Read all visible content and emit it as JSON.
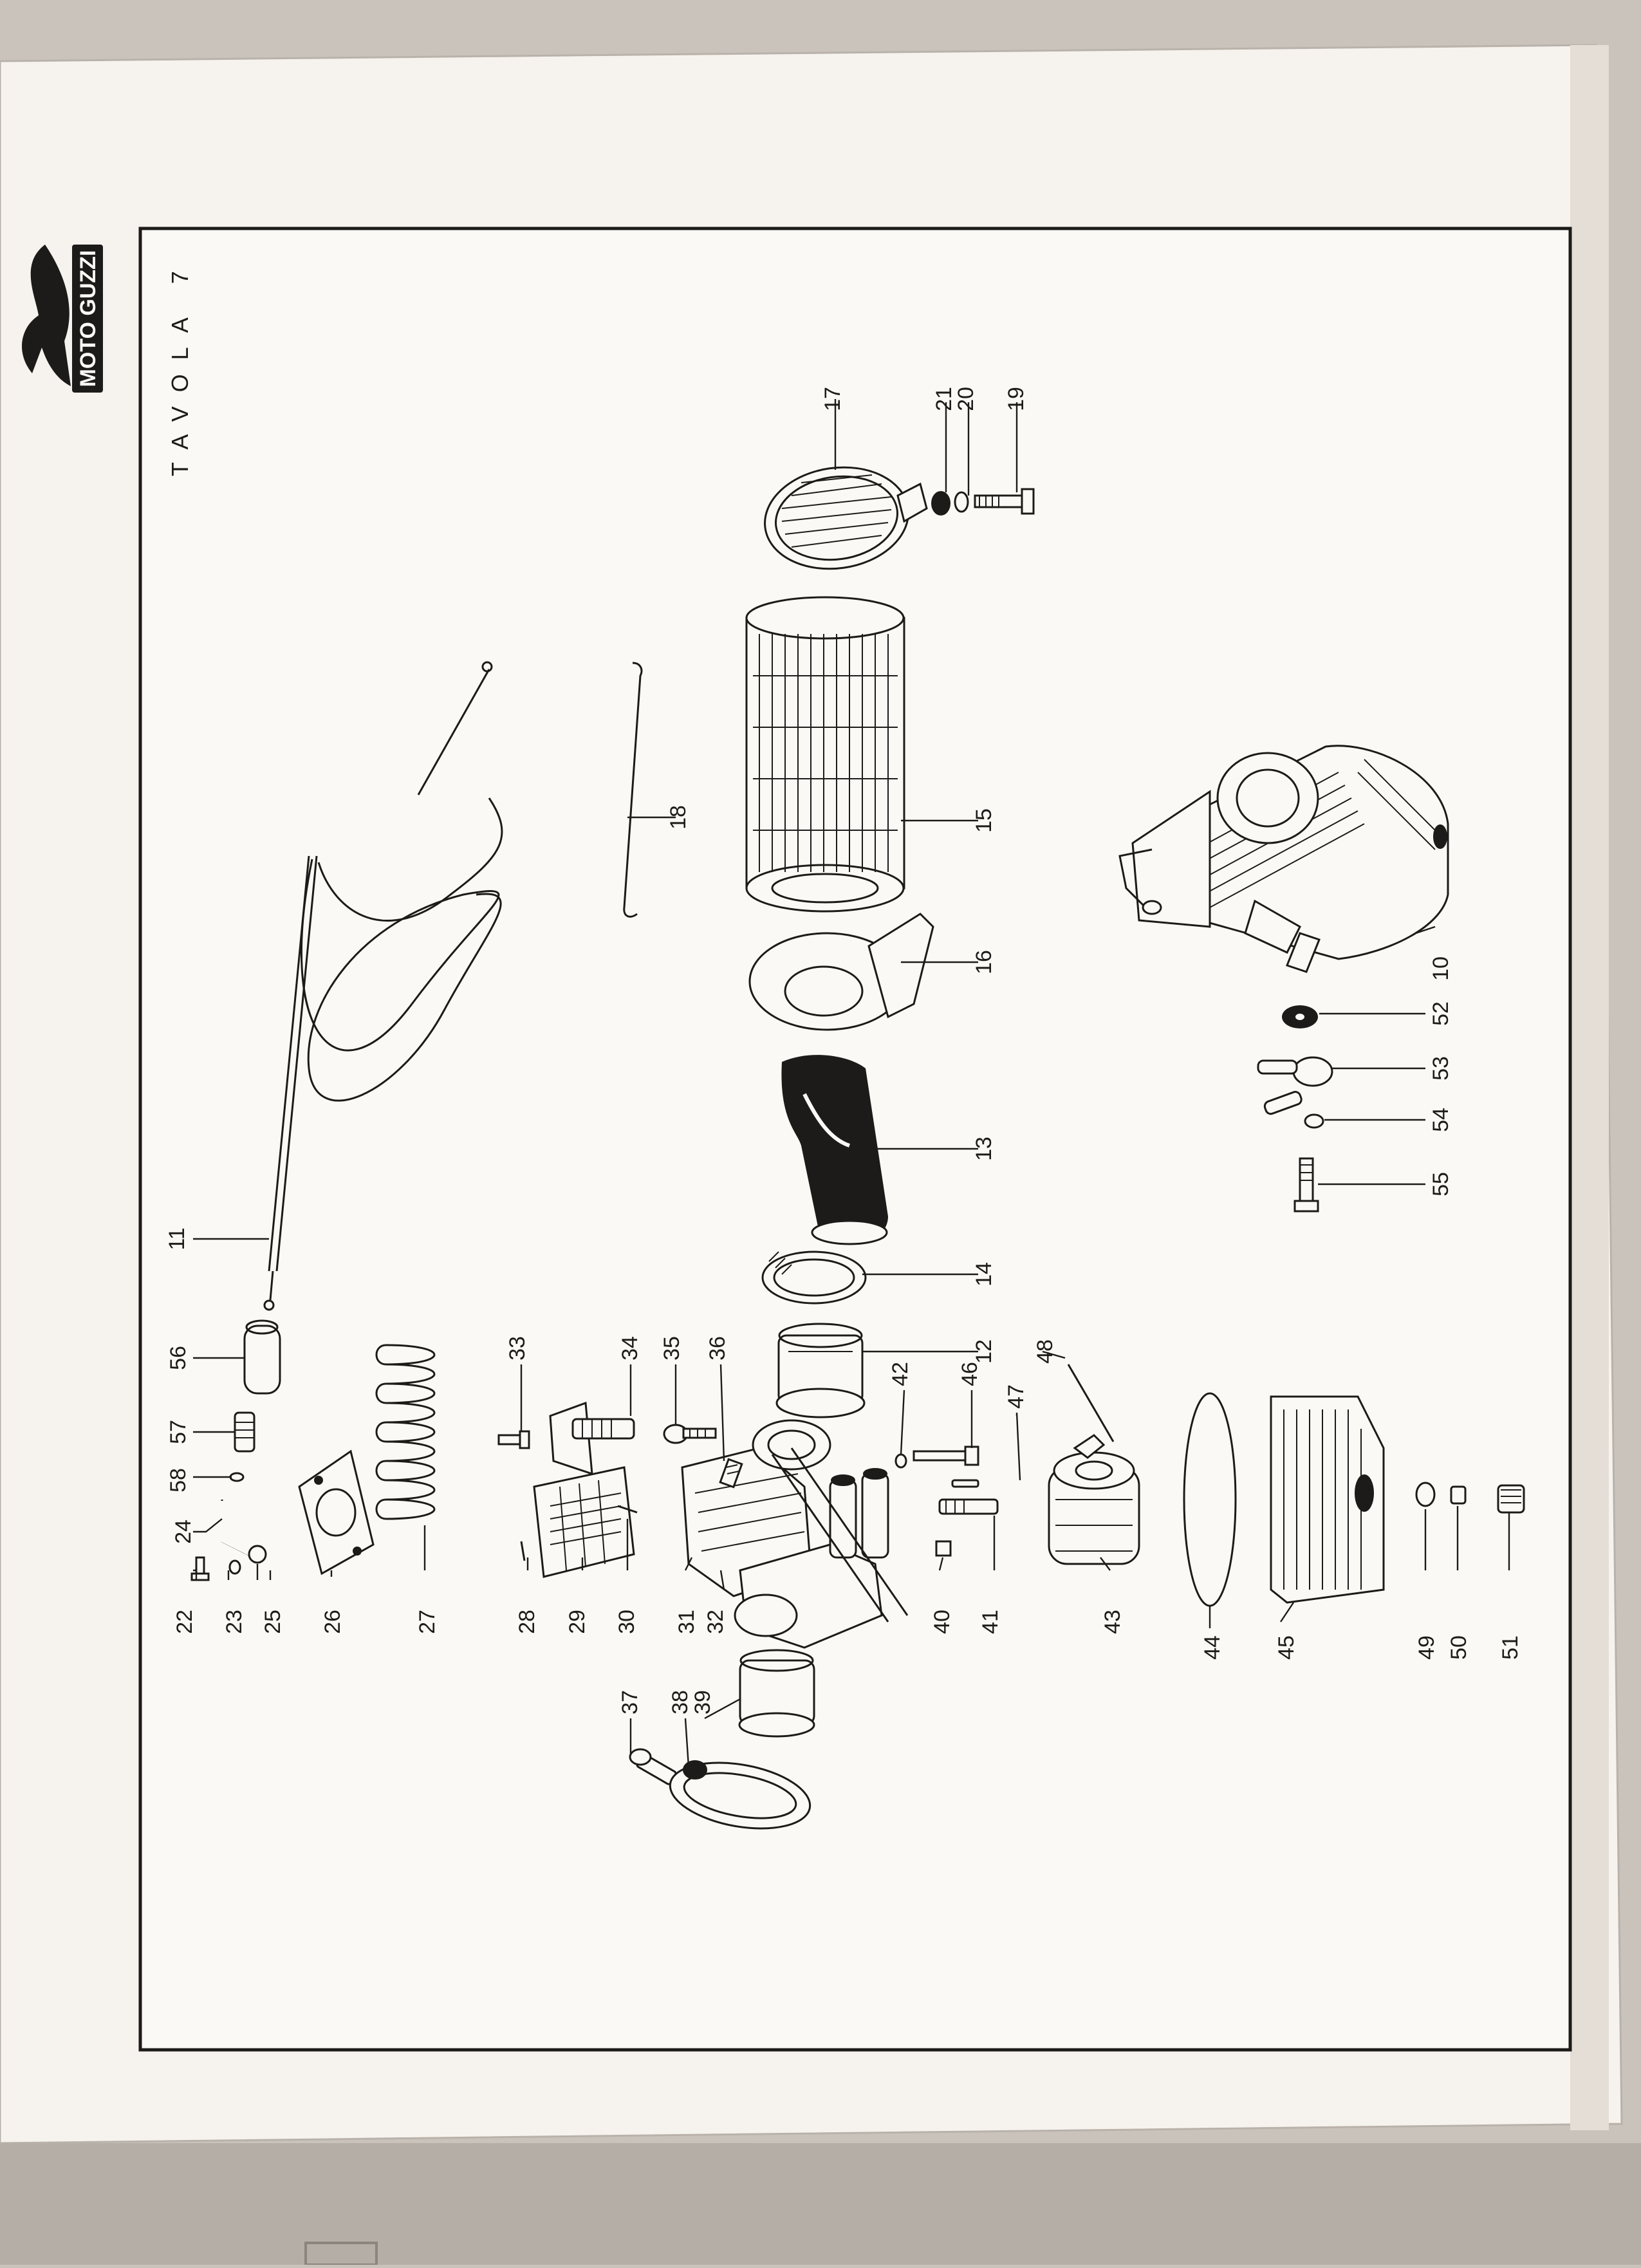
{
  "header": {
    "brand": "MOTO GUZZI",
    "plate_title": "TAVOLA 7"
  },
  "parts": [
    {
      "number": "10"
    },
    {
      "number": "11"
    },
    {
      "number": "12"
    },
    {
      "number": "13"
    },
    {
      "number": "14"
    },
    {
      "number": "15"
    },
    {
      "number": "16"
    },
    {
      "number": "17"
    },
    {
      "number": "18"
    },
    {
      "number": "19"
    },
    {
      "number": "20"
    },
    {
      "number": "21"
    },
    {
      "number": "22"
    },
    {
      "number": "23"
    },
    {
      "number": "24"
    },
    {
      "number": "25"
    },
    {
      "number": "26"
    },
    {
      "number": "27"
    },
    {
      "number": "28"
    },
    {
      "number": "29"
    },
    {
      "number": "30"
    },
    {
      "number": "31"
    },
    {
      "number": "32"
    },
    {
      "number": "33"
    },
    {
      "number": "34"
    },
    {
      "number": "35"
    },
    {
      "number": "36"
    },
    {
      "number": "37"
    },
    {
      "number": "38"
    },
    {
      "number": "39"
    },
    {
      "number": "40"
    },
    {
      "number": "41"
    },
    {
      "number": "42"
    },
    {
      "number": "43"
    },
    {
      "number": "44"
    },
    {
      "number": "45"
    },
    {
      "number": "46"
    },
    {
      "number": "47"
    },
    {
      "number": "48"
    },
    {
      "number": "49"
    },
    {
      "number": "50"
    },
    {
      "number": "51"
    },
    {
      "number": "52"
    },
    {
      "number": "53"
    },
    {
      "number": "54"
    },
    {
      "number": "55"
    },
    {
      "number": "56"
    },
    {
      "number": "57"
    },
    {
      "number": "58"
    }
  ],
  "colors": {
    "paper": "#fbf9f5",
    "ink": "#1d1b19",
    "background": "#c9c3bc"
  }
}
